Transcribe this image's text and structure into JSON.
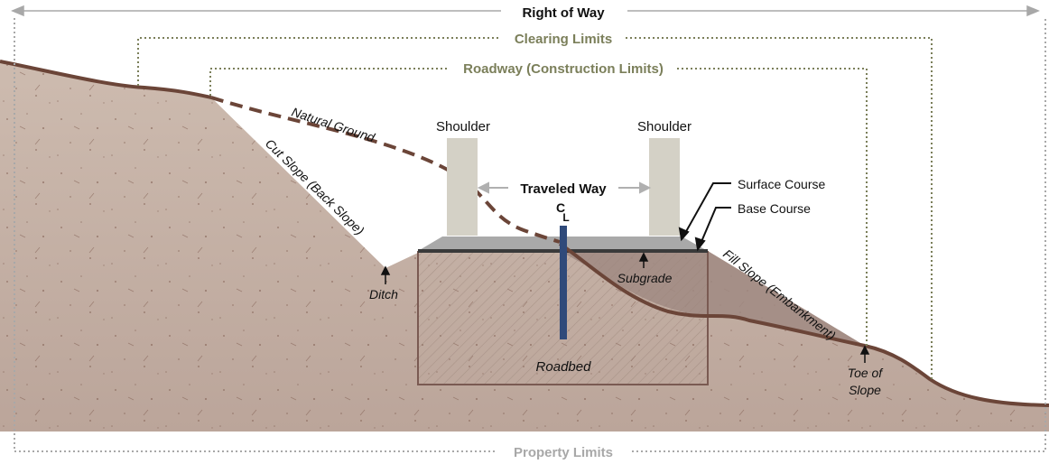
{
  "diagram": {
    "limits": {
      "right_of_way": "Right of Way",
      "clearing_limits": "Clearing Limits",
      "roadway": "Roadway (Construction Limits)",
      "property_limits": "Property Limits"
    },
    "labels": {
      "natural_ground": "Natural Ground",
      "cut_slope": "Cut Slope (Back Slope)",
      "ditch": "Ditch",
      "shoulder_left": "Shoulder",
      "shoulder_right": "Shoulder",
      "traveled_way": "Traveled Way",
      "centerline_c": "C",
      "centerline_l": "L",
      "surface_course": "Surface Course",
      "base_course": "Base Course",
      "subgrade": "Subgrade",
      "fill_slope": "Fill Slope (Embankment)",
      "roadbed": "Roadbed",
      "toe_of_slope_line1": "Toe of",
      "toe_of_slope_line2": "Slope"
    },
    "colors": {
      "soil": "#c9b5a8",
      "soil_dark": "#a8928a",
      "ground_line": "#6b4538",
      "limit_green": "#7b7f5a",
      "limit_grey": "#a8a8a8",
      "shoulder_post": "#d4d1c6",
      "pavement": "#a6a6a6",
      "centerline": "#2f4a7a"
    }
  }
}
